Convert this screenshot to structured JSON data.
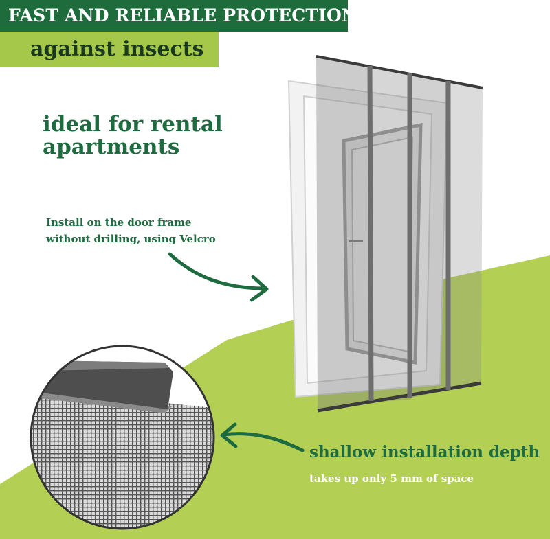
{
  "banner": {
    "title": "FAST AND RELIABLE PROTECTION",
    "subtitle": "against insects"
  },
  "headline": {
    "line1": "ideal for rental",
    "line2": "apartments"
  },
  "install": {
    "line1": "Install on the door frame",
    "line2": "without drilling, using Velcro"
  },
  "depth": {
    "title": "shallow installation depth",
    "subtitle": "takes up only 5 mm of space"
  },
  "colors": {
    "dark_green": "#1e6b3c",
    "light_green": "#a6c84a",
    "text_green": "#1f6b40"
  }
}
